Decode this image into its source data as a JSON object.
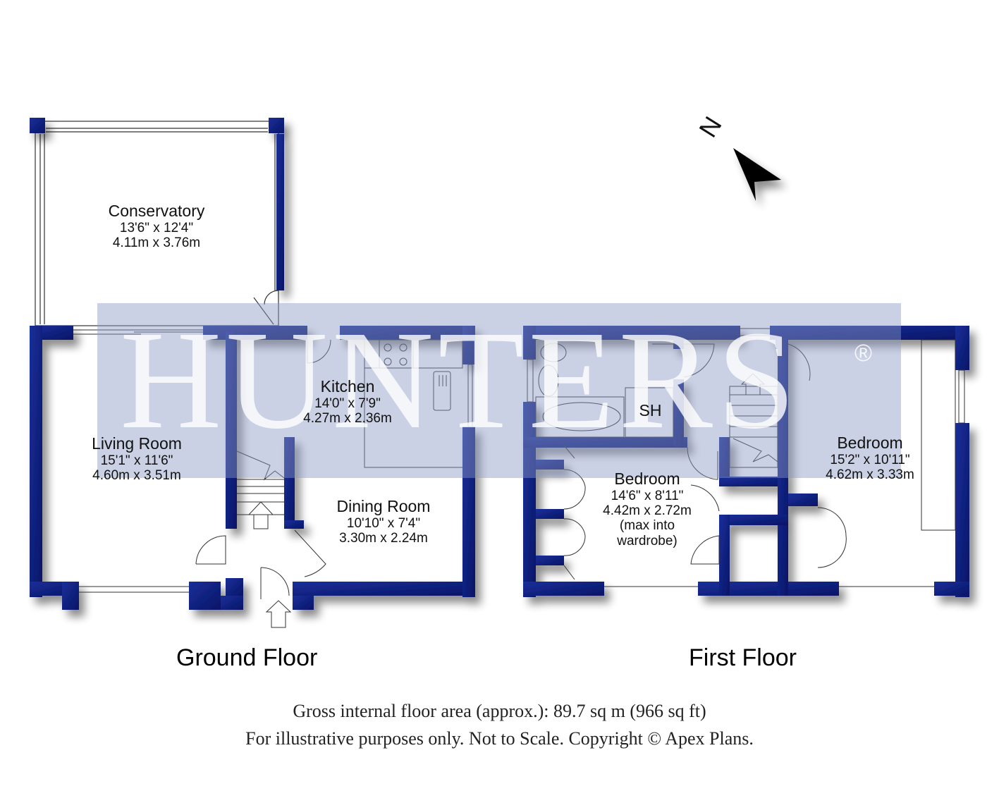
{
  "watermark": {
    "brand": "HUNTERS",
    "registered": "®"
  },
  "compass": {
    "label": "N"
  },
  "ground_floor": {
    "title": "Ground Floor",
    "rooms": [
      {
        "name": "Conservatory",
        "imperial": "13'6\" x 12'4\"",
        "metric": "4.11m x 3.76m"
      },
      {
        "name": "Kitchen",
        "imperial": "14'0\" x 7'9\"",
        "metric": "4.27m x 2.36m"
      },
      {
        "name": "Living Room",
        "imperial": "15'1\" x 11'6\"",
        "metric": "4.60m x 3.51m"
      },
      {
        "name": "Dining Room",
        "imperial": "10'10\" x 7'4\"",
        "metric": "3.30m x 2.24m"
      }
    ]
  },
  "first_floor": {
    "title": "First Floor",
    "shower_label": "SH",
    "rooms": [
      {
        "name": "Bedroom",
        "imperial": "14'6\" x 8'11\"",
        "metric": "4.42m x 2.72m",
        "note": "(max into wardrobe)"
      },
      {
        "name": "Bedroom",
        "imperial": "15'2\" x 10'11\"",
        "metric": "4.62m x 3.33m"
      }
    ]
  },
  "footer": {
    "area": "Gross internal floor area (approx.): 89.7 sq m (966 sq ft)",
    "disclaimer": "For illustrative purposes only. Not to Scale. Copyright © Apex Plans."
  },
  "colors": {
    "wall": "#0c1e7a",
    "watermark": "#8c98c4"
  }
}
